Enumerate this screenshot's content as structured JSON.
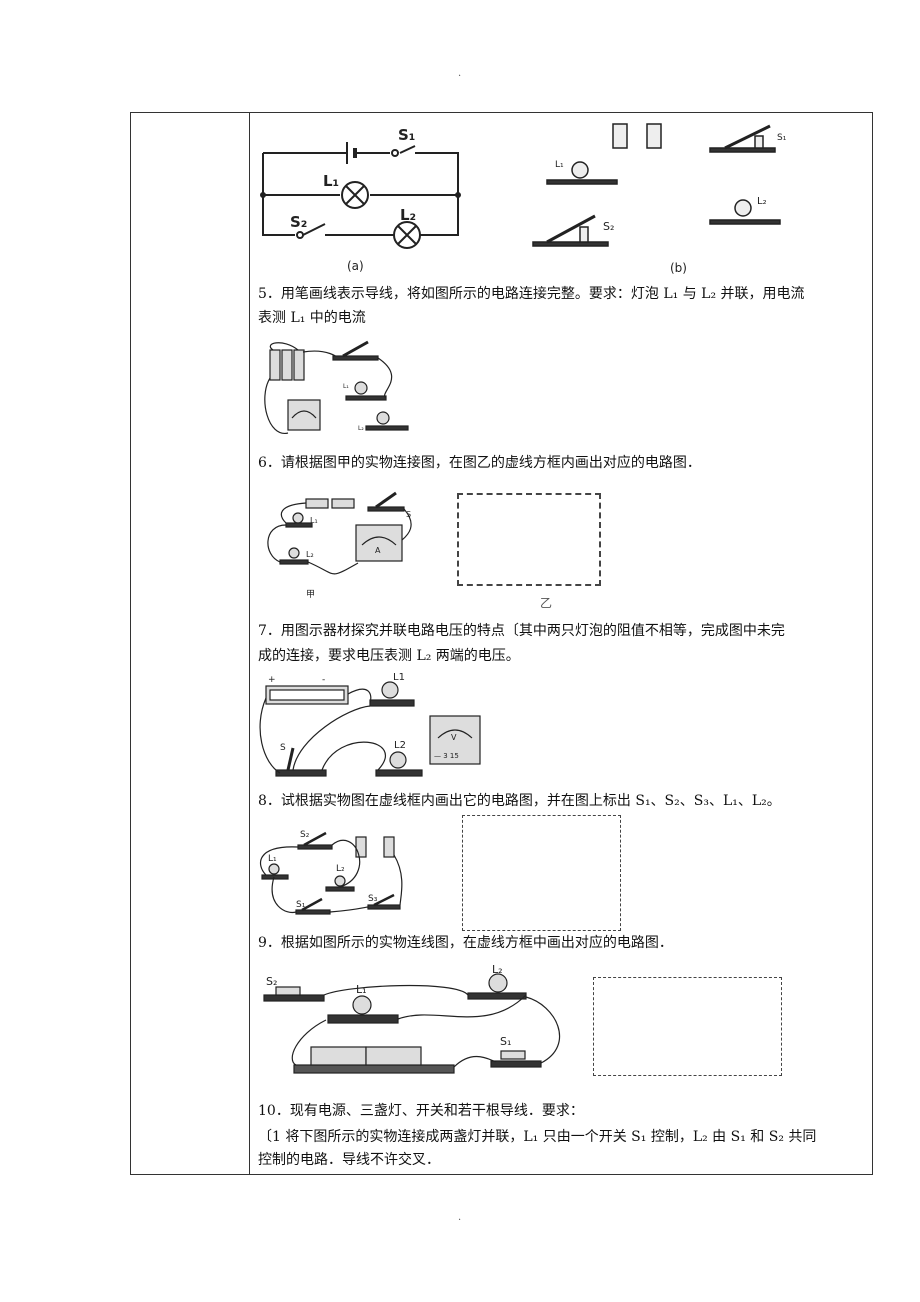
{
  "page_marks": {
    "top": ".",
    "bottom": "."
  },
  "fig_a": {
    "labels": {
      "s1": "S₁",
      "l1": "L₁",
      "s2": "S₂",
      "l2": "L₂"
    },
    "caption": "(a)"
  },
  "fig_b": {
    "labels": {
      "s1": "S₁",
      "l1": "L₁",
      "s2": "S₂",
      "l2": "L₂"
    },
    "caption": "(b)"
  },
  "q5": {
    "line1": "5．用笔画线表示导线，将如图所示的电路连接完整。要求：灯泡 L₁ 与 L₂ 并联，用电流",
    "line2": "表测 L₁ 中的电流",
    "labels": {
      "l1": "L₁",
      "l2": "L₂"
    }
  },
  "q6": {
    "text": "6．请根据图甲的实物连接图，在图乙的虚线方框内画出对应的电路图．",
    "caption_a": "甲",
    "caption_b": "乙",
    "labels": {
      "l1": "L₁",
      "l2": "L₂",
      "s": "S",
      "a": "A"
    }
  },
  "q7": {
    "line1": "7．用图示器材探究并联电路电压的特点〔其中两只灯泡的阻值不相等，完成图中未完",
    "line2": "成的连接，要求电压表测 L₂ 两端的电压。",
    "labels": {
      "l1": "L1",
      "l2": "L2",
      "s": "S",
      "v": "V",
      "scale": "— 3 15"
    }
  },
  "q8": {
    "text": "8．试根据实物图在虚线框内画出它的电路图，并在图上标出 S₁、S₂、S₃、L₁、L₂。",
    "labels": {
      "s1": "S₁",
      "s2": "S₂",
      "s3": "S₃",
      "l1": "L₁",
      "l2": "L₂"
    }
  },
  "q9": {
    "text": "9．根据如图所示的实物连线图，在虚线方框中画出对应的电路图．",
    "labels": {
      "s1": "S₁",
      "s2": "S₂",
      "l1": "L₁",
      "l2": "L₂"
    }
  },
  "q10": {
    "line1": "10．现有电源、三盏灯、开关和若干根导线．要求：",
    "line2": "〔1 将下图所示的实物连接成两盏灯并联，L₁ 只由一个开关 S₁ 控制，L₂ 由 S₁ 和 S₂ 共同",
    "line3": "控制的电路．导线不许交叉．"
  }
}
